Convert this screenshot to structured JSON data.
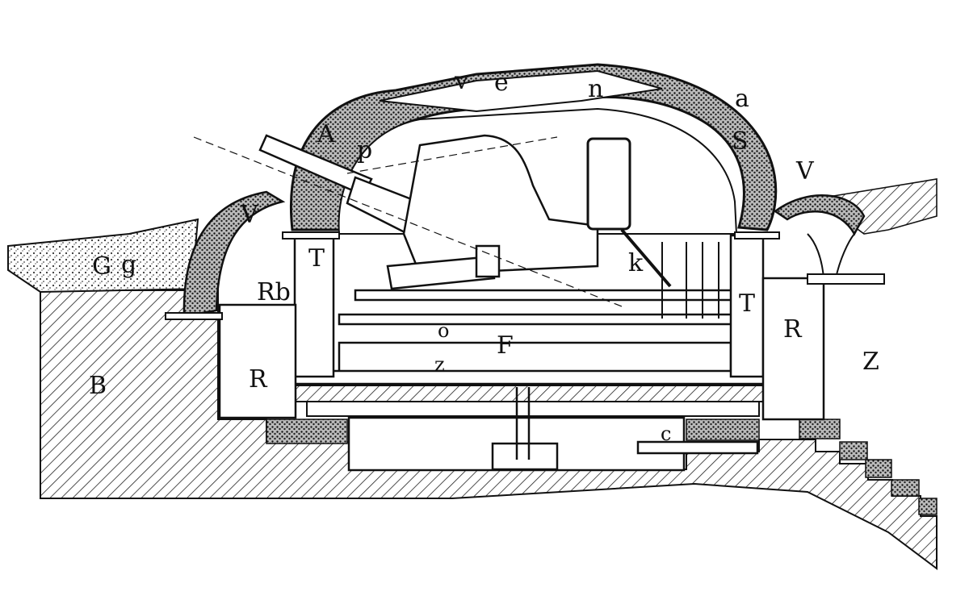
{
  "colors": {
    "ink": "#111111",
    "paper": "#ffffff",
    "hatch": "#222222",
    "stipple": "#555555"
  },
  "labels": {
    "v_top": "v",
    "e": "e",
    "n": "n",
    "a": "a",
    "A": "A",
    "p": "p",
    "S": "S",
    "V_right": "V",
    "V_left": "V",
    "G": "G",
    "g": "g",
    "T_left": "T",
    "Rb": "Rb",
    "k": "k",
    "T_right": "T",
    "R_right": "R",
    "Z": "Z",
    "o": "o",
    "F": "F",
    "z": "z",
    "B": "B",
    "R_left": "R",
    "c": "c"
  }
}
